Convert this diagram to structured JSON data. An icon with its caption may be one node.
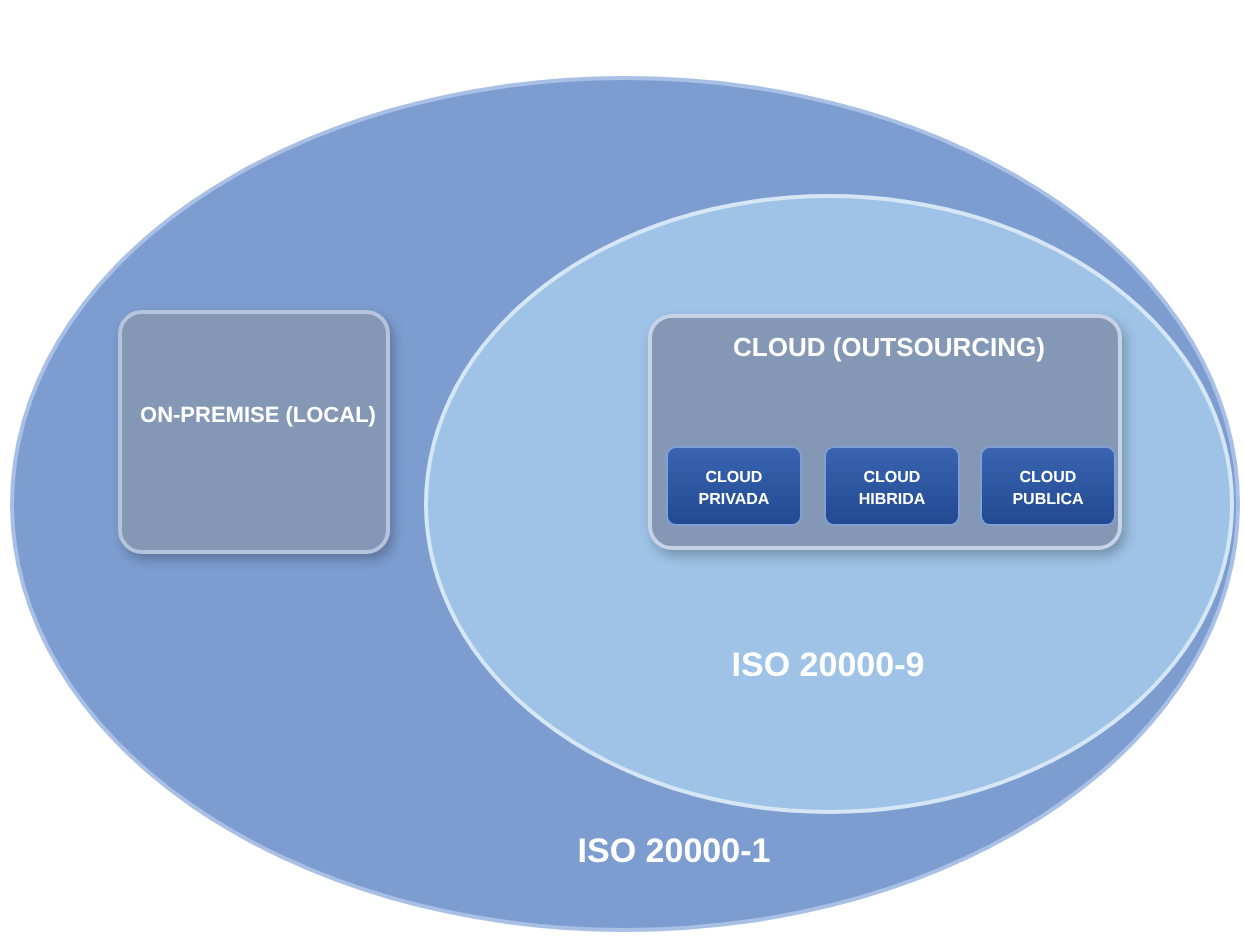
{
  "diagram": {
    "nodes": [
      {
        "text": [
          "ISO 20000-1"
        ]
      },
      {
        "text": [
          "ON-PREMISE (LOCAL)"
        ],
        "in": 0
      },
      {
        "text": [
          "ISO 20000-9"
        ],
        "in": 0
      },
      {
        "text": [
          "CLOUD (OUTSOURCING)"
        ],
        "in": 2
      },
      {
        "text": [
          "CLOUD PRIVADA"
        ],
        "in": 3
      },
      {
        "text": [
          "CLOUD HIBRIDA"
        ],
        "in": 3
      },
      {
        "text": [
          "CLOUD PUBLICA"
        ],
        "in": 3
      }
    ]
  }
}
